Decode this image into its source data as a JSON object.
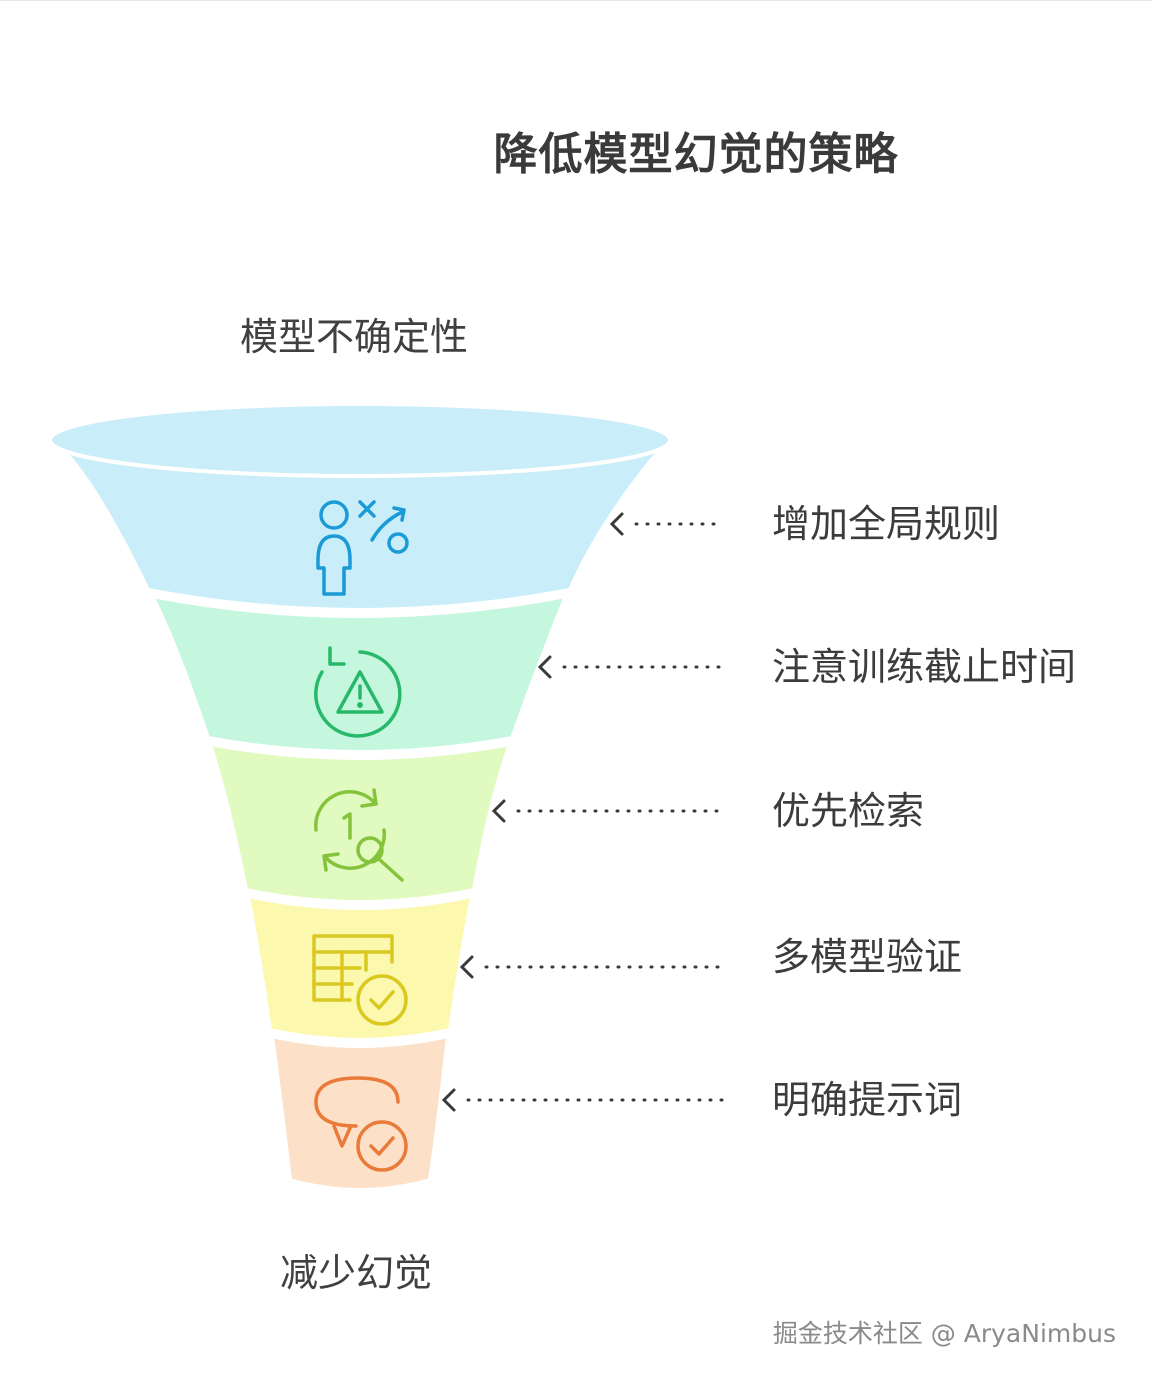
{
  "title": "降低模型幻觉的策略",
  "top_label": "模型不确定性",
  "bottom_label": "减少幻觉",
  "stages": [
    {
      "label": "增加全局规则",
      "icon": "strategy-icon",
      "color": "#c9eefa"
    },
    {
      "label": "注意训练截止时间",
      "icon": "warning-cycle-icon",
      "color": "#c4f7de"
    },
    {
      "label": "优先检索",
      "icon": "search-cycle-icon",
      "color": "#e0fac0"
    },
    {
      "label": "多模型验证",
      "icon": "table-check-icon",
      "color": "#fcf9ae"
    },
    {
      "label": "明确提示词",
      "icon": "chat-check-icon",
      "color": "#fde0c8"
    }
  ],
  "watermark": "掘金技术社区 @ AryaNimbus"
}
